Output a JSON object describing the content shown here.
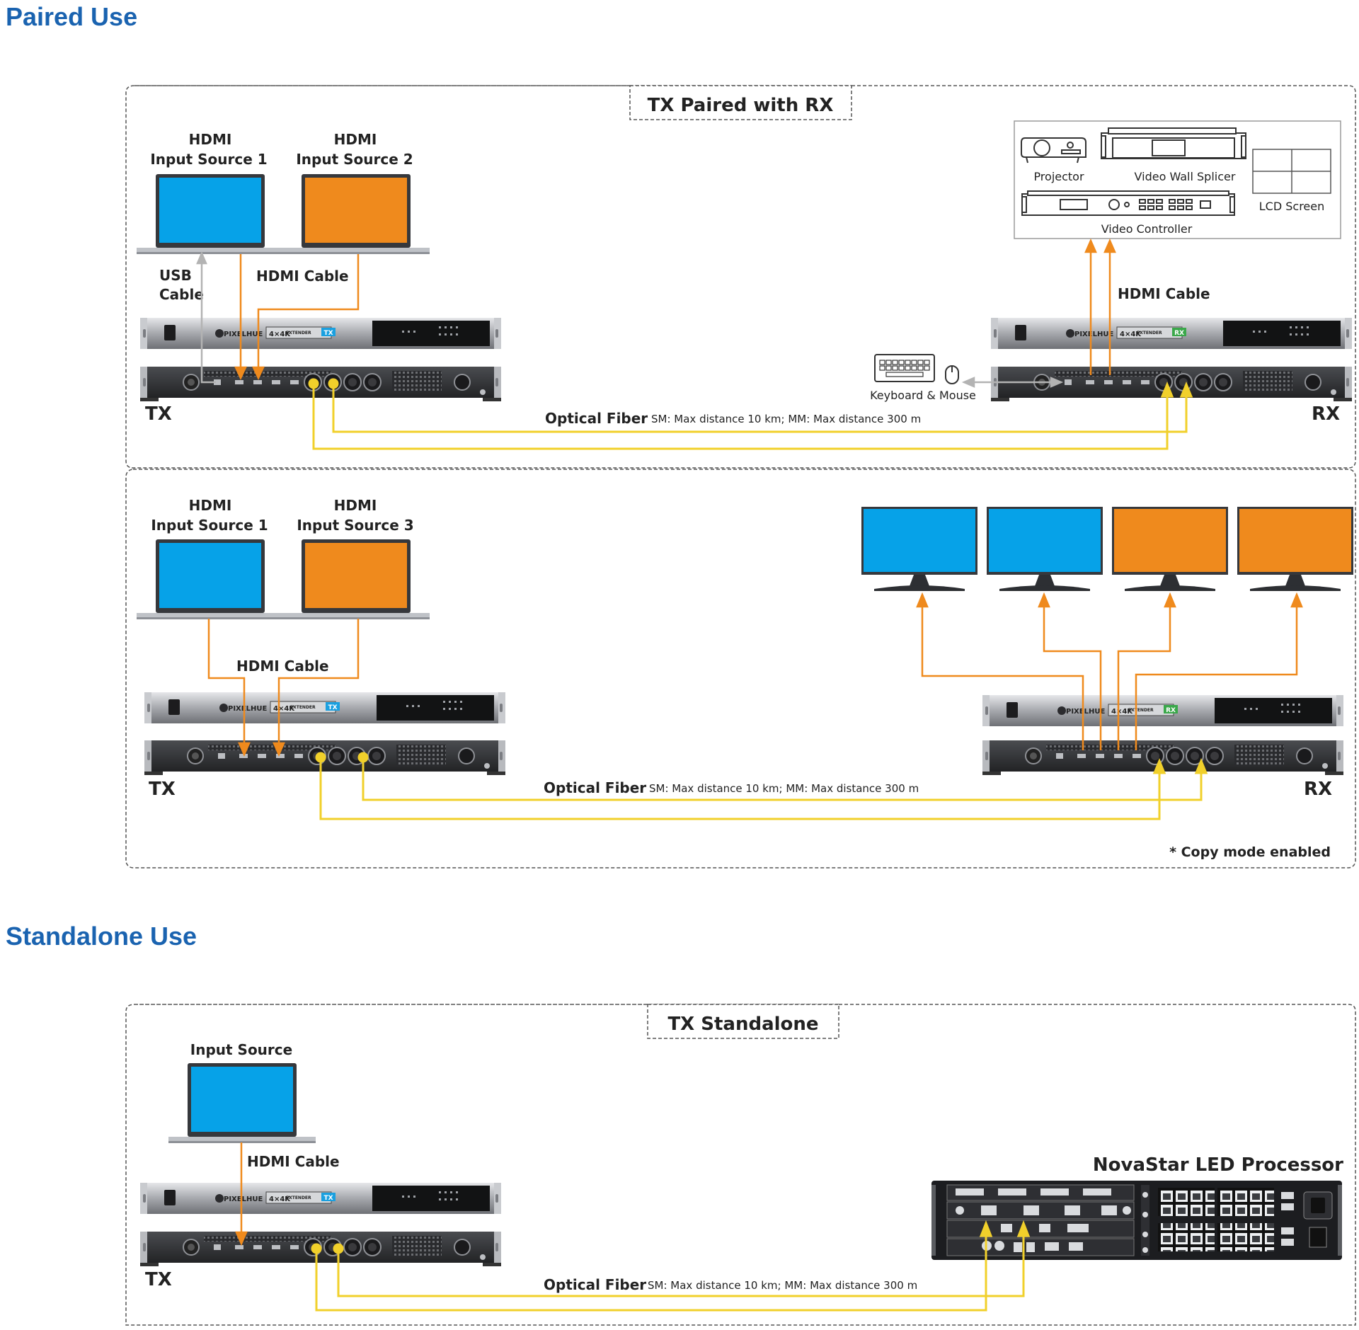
{
  "headings": {
    "paired": "Paired Use",
    "standalone": "Standalone Use"
  },
  "colors": {
    "heading": "#1a63b0",
    "blue_screen": "#06a2e8",
    "orange_screen": "#ef8a1d",
    "hdmi_cable": "#ef8a1d",
    "fiber": "#f1d02b",
    "usb": "#b3b3b3",
    "dashed_border": "#555555"
  },
  "panel1": {
    "title": "TX Paired with RX",
    "source1_l1": "HDMI",
    "source1_l2": "Input Source 1",
    "source2_l1": "HDMI",
    "source2_l2": "Input Source 2",
    "usb_l1": "USB",
    "usb_l2": "Cable",
    "hdmi_cable": "HDMI Cable",
    "hdmi_cable_rx": "HDMI Cable",
    "tx": "TX",
    "rx": "RX",
    "fiber": "Optical Fiber",
    "fiber_note": "SM: Max distance 10 km; MM: Max distance 300 m",
    "keyboard_mouse": "Keyboard & Mouse",
    "projector": "Projector",
    "video_wall_splicer": "Video Wall Splicer",
    "lcd_screen": "LCD Screen",
    "video_controller": "Video Controller"
  },
  "panel2": {
    "source1_l1": "HDMI",
    "source1_l2": "Input Source 1",
    "source3_l1": "HDMI",
    "source3_l2": "Input Source 3",
    "hdmi_cable": "HDMI Cable",
    "tx": "TX",
    "rx": "RX",
    "fiber": "Optical Fiber",
    "fiber_note": "SM: Max distance 10 km; MM: Max distance 300 m",
    "note": "* Copy mode enabled"
  },
  "panel3": {
    "title": "TX Standalone",
    "source": "Input Source",
    "hdmi_cable": "HDMI Cable",
    "tx": "TX",
    "fiber": "Optical Fiber",
    "fiber_note": "SM: Max distance 10 km; MM: Max distance 300 m",
    "processor": "NovaStar LED Processor"
  },
  "device": {
    "brand": "PIXELHUE",
    "model": "4×4K",
    "extender": "EXTENDER",
    "tx_badge": "TX",
    "rx_badge": "RX"
  }
}
